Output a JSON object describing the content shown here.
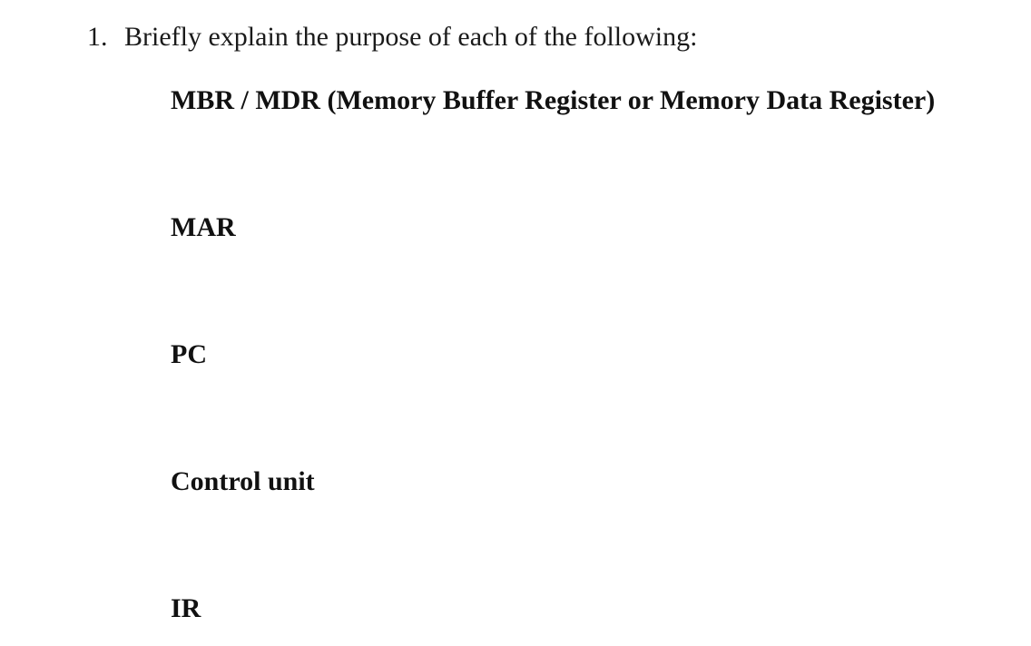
{
  "document": {
    "background_color": "#ffffff",
    "text_color": "#1a1a1a",
    "question": {
      "number": "1.",
      "text": "Briefly explain the purpose of each of the following:"
    },
    "items": [
      {
        "label": "MBR / MDR (Memory Buffer Register or Memory Data Register)"
      },
      {
        "label": "MAR"
      },
      {
        "label": "PC"
      },
      {
        "label": "Control unit"
      },
      {
        "label": "IR"
      }
    ]
  }
}
